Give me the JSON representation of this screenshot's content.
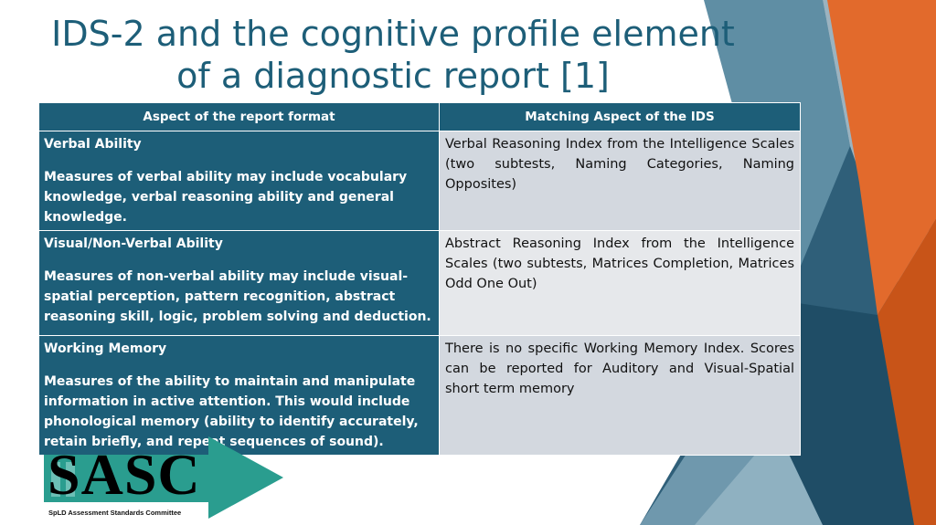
{
  "slide": {
    "title": "IDS-2 and the cognitive profile element of a diagnostic report [1]"
  },
  "table": {
    "headers": [
      "Aspect of the report format",
      "Matching Aspect of the IDS"
    ],
    "rows": [
      {
        "aspect_title": "Verbal Ability",
        "aspect_desc": "Measures of verbal ability may include vocabulary knowledge, verbal reasoning ability and general knowledge.",
        "ids_match": "Verbal Reasoning Index from the Intelligence Scales (two subtests, Naming Categories, Naming Opposites)"
      },
      {
        "aspect_title": "Visual/Non-Verbal Ability",
        "aspect_desc": "Measures of non-verbal ability may include visual-spatial perception, pattern recognition, abstract reasoning skill, logic, problem solving and deduction.",
        "ids_match": "Abstract Reasoning Index from the Intelligence Scales (two subtests, Matrices Completion, Matrices Odd One Out)"
      },
      {
        "aspect_title": "Working Memory",
        "aspect_desc": "Measures of the ability to maintain and manipulate information in active attention. This would include phonological memory (ability to identify accurately, retain briefly, and repeat sequences of sound).",
        "ids_match": " There is no specific Working Memory Index. Scores can be reported for Auditory and Visual-Spatial short term memory"
      }
    ]
  },
  "logo": {
    "word": "SASC",
    "caption": "SpLD Assessment Standards Committee"
  },
  "colors": {
    "header_blue": "#1d5e78",
    "cell_grey": "#d3d8df",
    "accent_orange": "#e0601c",
    "logo_teal": "#2a9d8f"
  }
}
